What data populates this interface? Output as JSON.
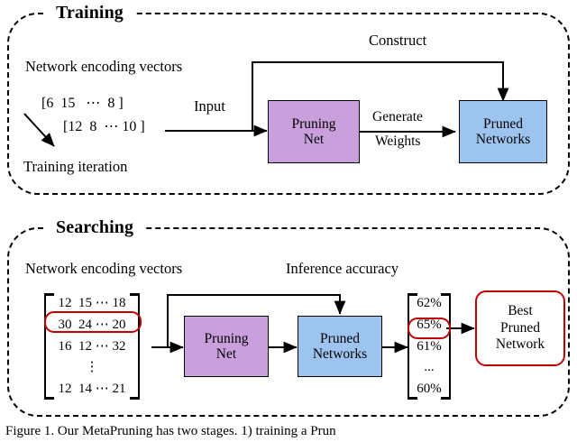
{
  "figure": {
    "caption": "Figure 1.  Our MetaPruning has two stages.  1) training a Prun"
  },
  "training": {
    "title": "Training",
    "encoding_label": "Network encoding vectors",
    "vectors": [
      "[6  15   ⋯  8 ]",
      "[12  8  ⋯ 10 ]"
    ],
    "iteration_label": "Training iteration",
    "input_label": "Input",
    "construct_label": "Construct",
    "generate_label_top": "Generate",
    "generate_label_bottom": "Weights",
    "pruning_net": {
      "line1": "Pruning",
      "line2": "Net"
    },
    "pruned_networks": {
      "line1": "Pruned",
      "line2": "Networks"
    }
  },
  "searching": {
    "title": "Searching",
    "encoding_label": "Network encoding vectors",
    "inference_label": "Inference accuracy",
    "matrix_rows": [
      "12  15 ⋯ 18",
      "30  24 ⋯ 20",
      "16  12 ⋯ 32",
      "⋮",
      "12  14 ⋯ 21"
    ],
    "highlighted_row_index": 1,
    "accuracy_rows": [
      "62%",
      "65%",
      "61%",
      "...",
      "60%"
    ],
    "highlighted_accuracy_index": 1,
    "pruning_net": {
      "line1": "Pruning",
      "line2": "Net"
    },
    "pruned_networks": {
      "line1": "Pruned",
      "line2": "Networks"
    },
    "best_network": {
      "line1": "Best",
      "line2": "Pruned",
      "line3": "Network"
    }
  },
  "colors": {
    "pruning_net_fill": "#c9a0dc",
    "pruned_networks_fill": "#9dc3ef",
    "highlight_stroke": "#c00000",
    "line": "#000000"
  }
}
